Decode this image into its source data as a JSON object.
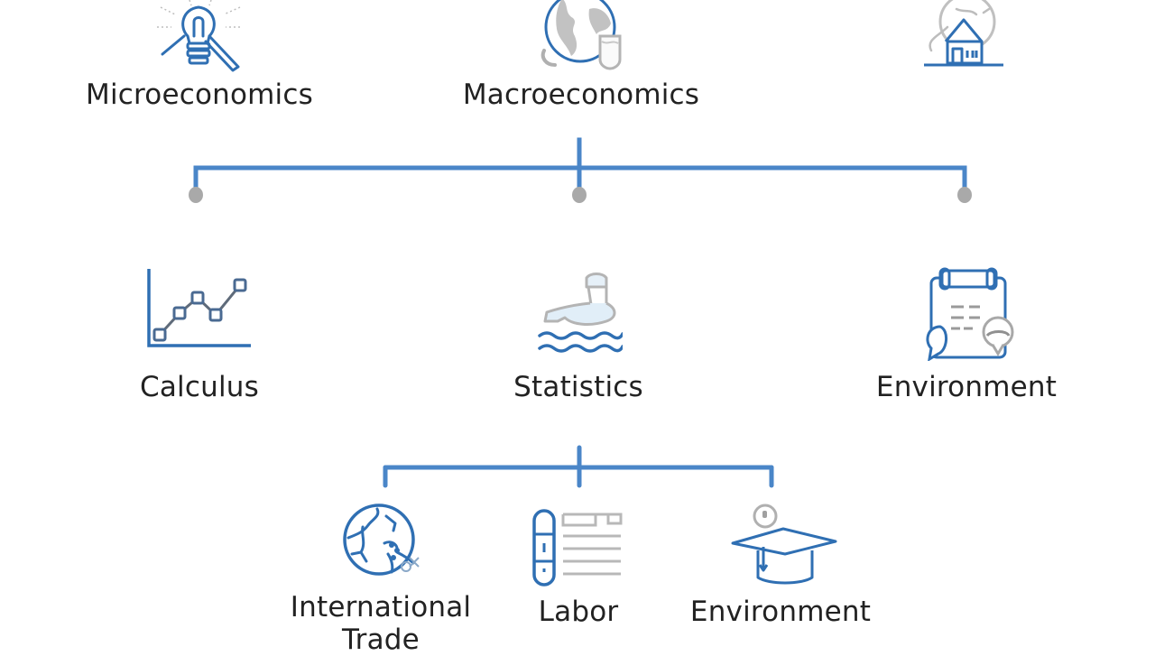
{
  "colors": {
    "line": "#4a86c8",
    "icon_blue": "#2f6fb3",
    "icon_gray": "#b4b4b4",
    "dot": "#a9a9a9",
    "text": "#222222",
    "background": "#ffffff"
  },
  "top_row": {
    "nodes": [
      {
        "label": "Microeconomics",
        "icon": "lightbulb-magnifier-icon"
      },
      {
        "label": "Macroeconomics",
        "icon": "globe-shield-icon"
      },
      {
        "label": "",
        "icon": "house-globe-icon"
      }
    ]
  },
  "middle_row": {
    "nodes": [
      {
        "label": "Calculus",
        "icon": "line-chart-icon"
      },
      {
        "label": "Statistics",
        "icon": "swimmer-waves-icon"
      },
      {
        "label": "Environment",
        "icon": "clipboard-people-icon"
      }
    ]
  },
  "bottom_row": {
    "nodes": [
      {
        "label_line1": "International",
        "label_line2": "Trade",
        "icon": "globe-network-icon"
      },
      {
        "label": "Labor",
        "icon": "document-list-icon"
      },
      {
        "label": "Environment",
        "icon": "graduation-cap-icon"
      }
    ]
  }
}
